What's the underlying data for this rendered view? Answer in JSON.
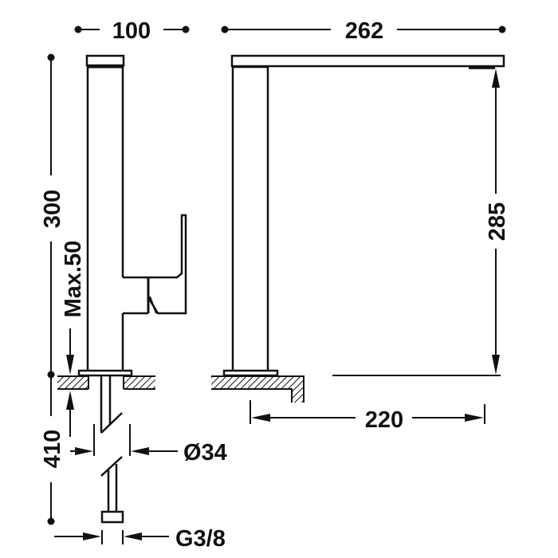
{
  "drawing": {
    "title": "Kitchen faucet technical dimension drawing",
    "colors": {
      "line": "#111111",
      "background": "#ffffff"
    },
    "dimensions": {
      "side_width": "100",
      "spout_reach_total": "262",
      "total_height": "300",
      "max_deck_thickness": "Max.50",
      "spout_height": "285",
      "spout_projection": "220",
      "hose_length": "410",
      "hole_diameter": "Ø34",
      "connection_thread": "G3/8"
    },
    "views": [
      "side-view",
      "front-view"
    ]
  }
}
